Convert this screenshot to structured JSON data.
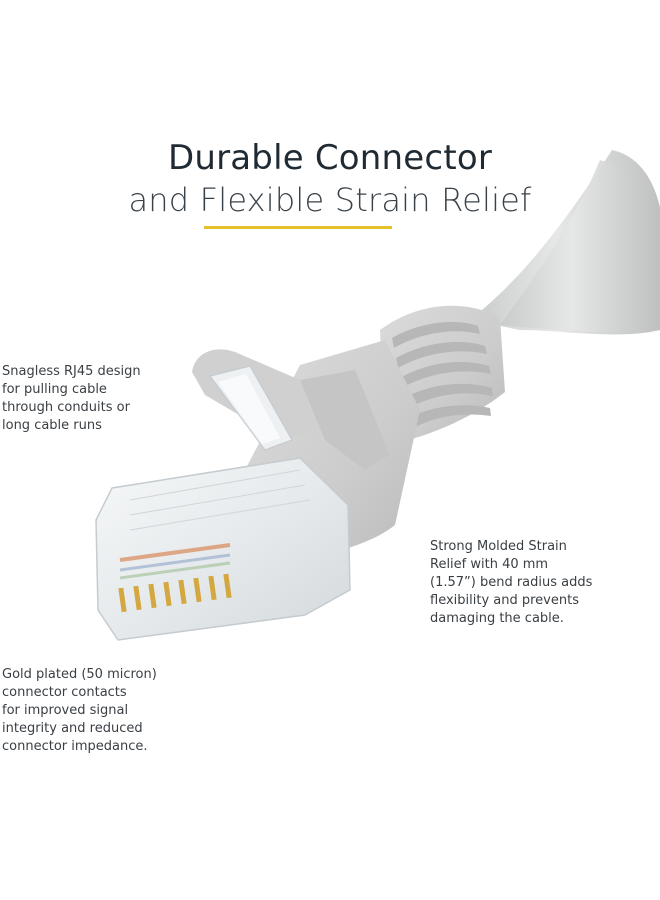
{
  "headline": {
    "line1": "Durable Connector",
    "line2": "and Flexible Strain Relief",
    "accent_color": "#e6c12b"
  },
  "callouts": {
    "rj45": "Snagless RJ45 design\nfor pulling cable\nthrough conduits or\nlong cable runs",
    "strain_relief": "Strong Molded Strain\nRelief with 40 mm\n(1.57”) bend radius adds\nflexibility and prevents\ndamaging the cable.",
    "gold_contacts": "Gold plated (50 micron)\nconnector contacts\nfor improved signal\nintegrity and reduced\nconnector impedance."
  },
  "colors": {
    "cable_gray": "#d9dada",
    "boot_gray": "#cfd0cf",
    "clear_plastic": "#eef1f3",
    "gold": "#d4a840",
    "copper_wire": "#d88a5a"
  }
}
